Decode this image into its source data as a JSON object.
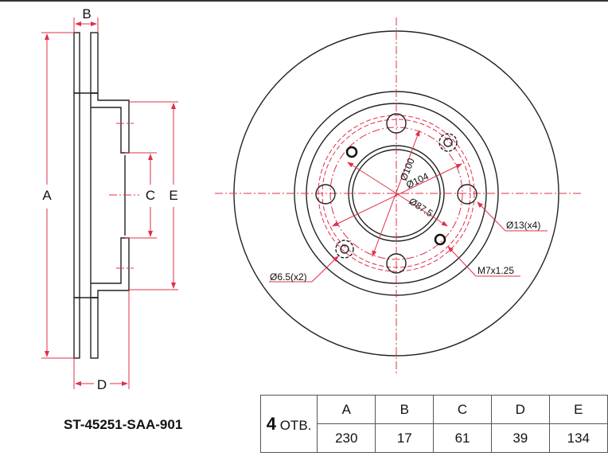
{
  "side_view": {
    "labels": {
      "A": "A",
      "B": "B",
      "C": "C",
      "D": "D",
      "E": "E"
    }
  },
  "front_view": {
    "dims": {
      "pcd100": "Ø100",
      "pcd104": "Ø104",
      "pcd87": "Ø87.5"
    },
    "callouts": {
      "bolt_holes": "Ø13(x4)",
      "threaded": "M7x1.25",
      "pin_holes": "Ø6.5(x2)"
    }
  },
  "part_number": "ST-45251-SAA-901",
  "spec_table": {
    "qty_num": "4",
    "qty_unit": " ОТВ.",
    "headers": [
      "A",
      "B",
      "C",
      "D",
      "E"
    ],
    "values": [
      "230",
      "17",
      "61",
      "39",
      "134"
    ]
  },
  "colors": {
    "dimension": "#e0304a",
    "outline": "#222222"
  }
}
